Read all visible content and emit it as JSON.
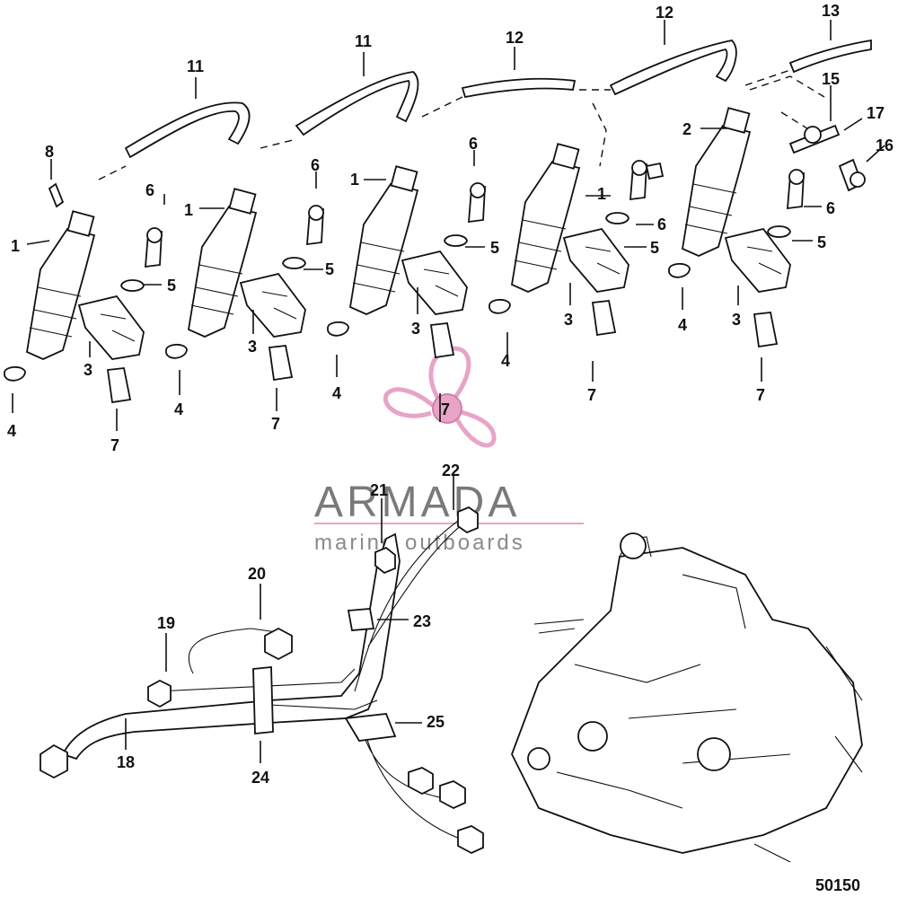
{
  "diagram_number": "50150",
  "watermark": {
    "brand": "ARMADA",
    "tagline": "marine outboards",
    "logo_number": "7",
    "accent_color": "#e8a4c8",
    "text_color": "#7a7a7a"
  },
  "callouts": {
    "c1": "1",
    "c2": "2",
    "c3": "3",
    "c4": "4",
    "c5": "5",
    "c6": "6",
    "c7": "7",
    "c8": "8",
    "c11": "11",
    "c12": "12",
    "c13": "13",
    "c15": "15",
    "c16": "16",
    "c17": "17",
    "c18": "18",
    "c19": "19",
    "c20": "20",
    "c21": "21",
    "c22": "22",
    "c23": "23",
    "c24": "24",
    "c25": "25"
  }
}
